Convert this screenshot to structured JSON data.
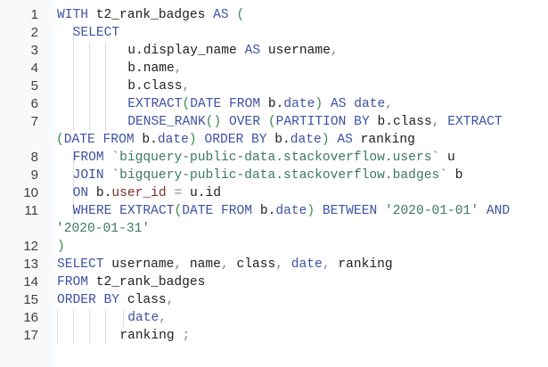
{
  "editor": {
    "language": "sql",
    "colors": {
      "keyword": "#3f51a3",
      "string": "#3a7a5a",
      "paren": "#3a8a4a",
      "operator": "#80868b",
      "field": "#7b2d2d",
      "text": "#202124",
      "gutter_bg": "#f8f9fa",
      "line_number": "#3c4043"
    },
    "lines": [
      {
        "n": "1",
        "indent": 0,
        "guides": [],
        "tokens": [
          {
            "c": "k",
            "v": "WITH"
          },
          {
            "c": "t",
            "v": " t2_rank_badges "
          },
          {
            "c": "k",
            "v": "AS"
          },
          {
            "c": "t",
            "v": " "
          },
          {
            "c": "p",
            "v": "("
          }
        ]
      },
      {
        "n": "2",
        "indent": 2,
        "guides": [
          82
        ],
        "tokens": [
          {
            "c": "k",
            "v": "SELECT"
          }
        ]
      },
      {
        "n": "3",
        "indent": 9,
        "guides": [
          82,
          100,
          118
        ],
        "tokens": [
          {
            "c": "t",
            "v": "u.display_name "
          },
          {
            "c": "k",
            "v": "AS"
          },
          {
            "c": "t",
            "v": " username"
          },
          {
            "c": "o",
            "v": ","
          }
        ]
      },
      {
        "n": "4",
        "indent": 9,
        "guides": [
          82,
          100,
          118
        ],
        "tokens": [
          {
            "c": "t",
            "v": "b.name"
          },
          {
            "c": "o",
            "v": ","
          }
        ]
      },
      {
        "n": "5",
        "indent": 9,
        "guides": [
          82,
          100,
          118
        ],
        "tokens": [
          {
            "c": "t",
            "v": "b.class"
          },
          {
            "c": "o",
            "v": ","
          }
        ]
      },
      {
        "n": "6",
        "indent": 9,
        "guides": [
          82,
          100,
          118
        ],
        "tokens": [
          {
            "c": "k",
            "v": "EXTRACT"
          },
          {
            "c": "p",
            "v": "("
          },
          {
            "c": "k",
            "v": "DATE FROM"
          },
          {
            "c": "t",
            "v": " b."
          },
          {
            "c": "k",
            "v": "date"
          },
          {
            "c": "p",
            "v": ")"
          },
          {
            "c": "t",
            "v": " "
          },
          {
            "c": "k",
            "v": "AS"
          },
          {
            "c": "t",
            "v": " "
          },
          {
            "c": "k",
            "v": "date"
          },
          {
            "c": "o",
            "v": ","
          }
        ]
      },
      {
        "n": "7",
        "indent": 9,
        "guides": [
          82,
          100,
          118
        ],
        "tokens": [
          {
            "c": "k",
            "v": "DENSE_RANK"
          },
          {
            "c": "p",
            "v": "()"
          },
          {
            "c": "t",
            "v": " "
          },
          {
            "c": "k",
            "v": "OVER"
          },
          {
            "c": "t",
            "v": " "
          },
          {
            "c": "p",
            "v": "("
          },
          {
            "c": "k",
            "v": "PARTITION BY"
          },
          {
            "c": "t",
            "v": " b.class"
          },
          {
            "c": "o",
            "v": ","
          },
          {
            "c": "t",
            "v": " "
          },
          {
            "c": "k",
            "v": "EXTRACT"
          }
        ]
      },
      {
        "n": "",
        "indent": 0,
        "guides": [],
        "tokens": [
          {
            "c": "p",
            "v": "("
          },
          {
            "c": "k",
            "v": "DATE FROM"
          },
          {
            "c": "t",
            "v": " b."
          },
          {
            "c": "k",
            "v": "date"
          },
          {
            "c": "p",
            "v": ")"
          },
          {
            "c": "t",
            "v": " "
          },
          {
            "c": "k",
            "v": "ORDER BY"
          },
          {
            "c": "t",
            "v": " b."
          },
          {
            "c": "k",
            "v": "date"
          },
          {
            "c": "p",
            "v": ")"
          },
          {
            "c": "t",
            "v": " "
          },
          {
            "c": "k",
            "v": "AS"
          },
          {
            "c": "t",
            "v": " ranking"
          }
        ]
      },
      {
        "n": "8",
        "indent": 2,
        "guides": [
          82
        ],
        "tokens": [
          {
            "c": "k",
            "v": "FROM"
          },
          {
            "c": "t",
            "v": " "
          },
          {
            "c": "s",
            "v": "`bigquery-public-data.stackoverflow.users`"
          },
          {
            "c": "t",
            "v": " u"
          }
        ]
      },
      {
        "n": "9",
        "indent": 2,
        "guides": [
          82
        ],
        "tokens": [
          {
            "c": "k",
            "v": "JOIN"
          },
          {
            "c": "t",
            "v": " "
          },
          {
            "c": "s",
            "v": "`bigquery-public-data.stackoverflow.badges`"
          },
          {
            "c": "t",
            "v": " b"
          }
        ]
      },
      {
        "n": "10",
        "indent": 2,
        "guides": [
          82
        ],
        "tokens": [
          {
            "c": "k",
            "v": "ON"
          },
          {
            "c": "t",
            "v": " b."
          },
          {
            "c": "f",
            "v": "user_id"
          },
          {
            "c": "t",
            "v": " "
          },
          {
            "c": "o",
            "v": "="
          },
          {
            "c": "t",
            "v": " u.id"
          }
        ]
      },
      {
        "n": "11",
        "indent": 2,
        "guides": [
          82
        ],
        "tokens": [
          {
            "c": "k",
            "v": "WHERE"
          },
          {
            "c": "t",
            "v": " "
          },
          {
            "c": "k",
            "v": "EXTRACT"
          },
          {
            "c": "p",
            "v": "("
          },
          {
            "c": "k",
            "v": "DATE FROM"
          },
          {
            "c": "t",
            "v": " b."
          },
          {
            "c": "k",
            "v": "date"
          },
          {
            "c": "p",
            "v": ")"
          },
          {
            "c": "t",
            "v": " "
          },
          {
            "c": "k",
            "v": "BETWEEN"
          },
          {
            "c": "t",
            "v": " "
          },
          {
            "c": "s",
            "v": "'2020-01-01'"
          },
          {
            "c": "t",
            "v": " "
          },
          {
            "c": "k",
            "v": "AND"
          }
        ]
      },
      {
        "n": "",
        "indent": 0,
        "guides": [],
        "tokens": [
          {
            "c": "s",
            "v": "'2020-01-31'"
          }
        ]
      },
      {
        "n": "12",
        "indent": 0,
        "guides": [],
        "tokens": [
          {
            "c": "p",
            "v": ")"
          }
        ]
      },
      {
        "n": "13",
        "indent": 0,
        "guides": [],
        "tokens": [
          {
            "c": "k",
            "v": "SELECT"
          },
          {
            "c": "t",
            "v": " username"
          },
          {
            "c": "o",
            "v": ","
          },
          {
            "c": "t",
            "v": " name"
          },
          {
            "c": "o",
            "v": ","
          },
          {
            "c": "t",
            "v": " class"
          },
          {
            "c": "o",
            "v": ","
          },
          {
            "c": "t",
            "v": " "
          },
          {
            "c": "k",
            "v": "date"
          },
          {
            "c": "o",
            "v": ","
          },
          {
            "c": "t",
            "v": " ranking"
          }
        ]
      },
      {
        "n": "14",
        "indent": 0,
        "guides": [],
        "tokens": [
          {
            "c": "k",
            "v": "FROM"
          },
          {
            "c": "t",
            "v": " t2_rank_badges"
          }
        ]
      },
      {
        "n": "15",
        "indent": 0,
        "guides": [],
        "tokens": [
          {
            "c": "k",
            "v": "ORDER BY"
          },
          {
            "c": "t",
            "v": " class"
          },
          {
            "c": "o",
            "v": ","
          }
        ]
      },
      {
        "n": "16",
        "indent": 9,
        "guides": [
          64,
          82,
          100,
          118,
          138
        ],
        "tokens": [
          {
            "c": "k",
            "v": "date"
          },
          {
            "c": "o",
            "v": ","
          }
        ]
      },
      {
        "n": "17",
        "indent": 8,
        "guides": [
          64,
          82,
          100,
          118
        ],
        "tokens": [
          {
            "c": "t",
            "v": "ranking "
          },
          {
            "c": "o",
            "v": ";"
          }
        ]
      }
    ]
  }
}
